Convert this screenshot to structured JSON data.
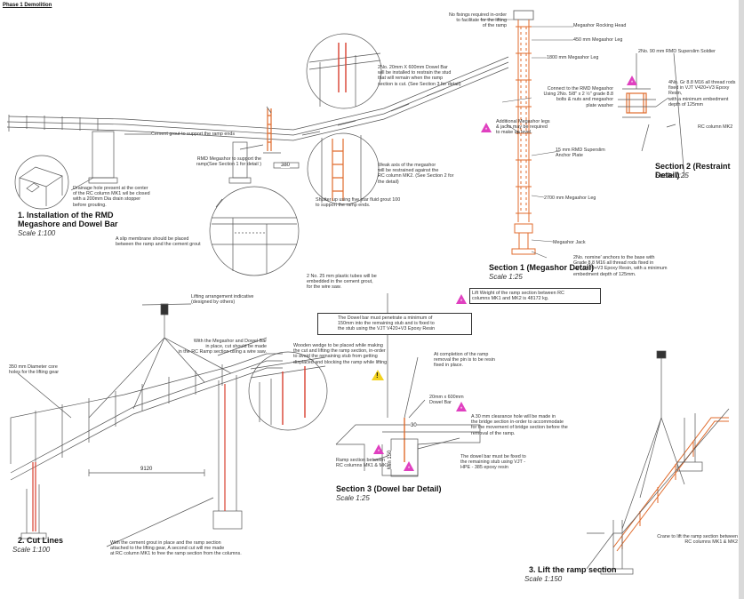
{
  "header": {
    "phase_label": "Phase 1 Demolition"
  },
  "views": {
    "v1": {
      "title": "1.   Installation of the RMD\n      Megashore and Dowel Bar",
      "scale": "Scale 1:100"
    },
    "v2": {
      "title": "2.   Cut Lines",
      "scale": "Scale 1:100"
    },
    "v3": {
      "title": "3.   Lift the ramp section",
      "scale": "Scale 1:150"
    },
    "s1": {
      "title": "Section 1 (Megashor Detail)",
      "scale": "Scale 1:25"
    },
    "s2": {
      "title": "Section 2 (Restraint Detail)",
      "scale": "Scale 1:25"
    },
    "s3": {
      "title": "Section 3 (Dowel bar Detail)",
      "scale": "Scale 1:25"
    }
  },
  "notes": {
    "dowel_bar_install": "2No. 20mm X 600mm Dowel Bar\nwill be installed to restrain the stud\nthat will remain when the ramp\nsection is cut. (See Section 3 for detail)",
    "cement_grout": "Cement grout to support the ramp ends",
    "rmd_megashor": "RMD Megashor to support the\nramp(See Section 1 for detail )",
    "drainage_hole": "Drainage hole present at the center\nof the RC column MK1 wil be closed\nwith a 200mm Dia drain stopper\nbefore grouting.",
    "weak_axis": "Weak axis of the megashor\nwill be restrained against the\nRC column MK2. (See Section 2 for\nthe detail)",
    "shutter": "Shutter up using five star fluid grout 100\nto support the ramp ends.",
    "slip_membrane": "A slip membrane should be placed\nbetween the ramp and the cement grout",
    "plastic_tubes": "2 No. 25 mm plastic tubes will be\nembedded in the cement grout,\nfor the wire saw.",
    "lifting_arrangement": "Lifting arrangement indicative\n(designed by others)",
    "cut_wire_saw": "With the Megashor and Dowel Bar\nin place, cut should be made\nin the RC Ramp section using a wire saw.",
    "core_holes": "350 mm Diameter core\nholes for the lifting gear",
    "second_cut": "With the cement grout in place and the ramp section\nattached to the lifting gear, A second cut will me made\nat RC column MK1 to free the ramp section from the columns.",
    "no_fixings": "No fixings required in-order\nto facilitate for the lifting\nof the ramp",
    "rocking_head": "Megashor Rocking Head",
    "leg_450": "450 mm Megashor Leg",
    "leg_1800": "1800 mm Megashor Leg",
    "connect_rmd": "Connect to the RMD Megashor\nUsing 2No. 5/8\" x 2 ½\" grade 8.8\nbolts & nuts and megashor\nplate washer",
    "additional_legs": "Additional Megashor legs\n& jacks may be required\nto make up level.",
    "leg_2700": "2700 mm Megashor Leg",
    "megashor_jack": "Megashor Jack",
    "anchors_base": "2No. nomine' anchors to the base with\nGrade 8.8 M16 all thread rods fixed in\nVJT V420+V3 Epoxy Resin, with a minimum\nembedment depth of 125mm.",
    "soldier_90": "2No. 90 mm RMD Superslim Soldier",
    "thread_rods": "4No. Gr 8.8 M16 all thread rods\nfixed in VJT V420+V3 Epoxy Resin,\nwith a minimum embedment\ndepth of 125mm",
    "rc_column_mk2": "RC column MK2",
    "anchor_plate": "15 mm RMD Superslim\nAnchor Plate",
    "lift_weight": "Lift Weight of the ramp section between RC\ncolumns MK1 and MK2 is 48172 kg.",
    "dowel_penetrate": "The Dowel bar must penetrate a minimum of\n150mm into the remaining stub and is fixed to\nthe stub using the VJT V420+V3 Epoxy Resin",
    "wooden_wedge": "Wooden wedge to be placed while making\nthe cut and lifting the ramp section, in-order\nto avoid the remaining stub from getting\ndisplaced and blocking the ramp while lifting",
    "completion_pin": "At completion of the ramp\nremoval the pin is to  be resin\nfixed in place.",
    "dowel_size": "20mm x 600mm\nDowel Bar",
    "clearance_hole": "A 30 mm clearance hole will be made in\nthe bridge section in-order to accommodate\nfor the movement of bridge section before the\nremoval of the ramp.",
    "ramp_section": "Ramp section between\nRC columns MK1 & MK2",
    "dowel_fixed": "The dowel bar must be fixed to\nthe remaining stub using VJT -\nHPE - 385 epoxy resin",
    "crane": "Crane to lift the ramp section between\nRC columns MK1 & MK2"
  },
  "dimensions": {
    "d380": "380",
    "d9120": "9120",
    "d30": "30",
    "d150": "Min 150"
  },
  "colors": {
    "shore": "#e06b2c",
    "line": "#444444",
    "warning": "#f3d21e",
    "magenta": "#e040c0",
    "edge": "#d9d9d9"
  }
}
